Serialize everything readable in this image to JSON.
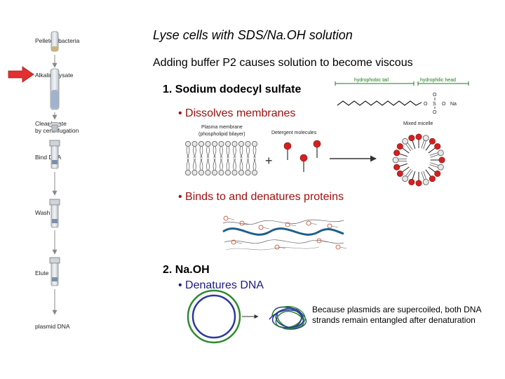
{
  "slide": {
    "title": "Lyse cells with SDS/Na.OH solution",
    "subtitle": "Adding buffer P2 causes solution to become viscous",
    "section1": {
      "heading": "1. Sodium dodecyl sulfate",
      "bullet1": "• Dissolves membranes",
      "bullet2": "• Binds to and denatures proteins"
    },
    "section2": {
      "heading": "2. Na.OH",
      "bullet1": "• Denatures DNA",
      "note": "Because plasmids are supercoiled, both DNA strands remain entangled after denaturation"
    }
  },
  "workflow": {
    "steps": [
      "Pelleted bacteria",
      "Alkaline lysate",
      "Clear lysate",
      "by centrifugation",
      "Bind DNA",
      "Wash",
      "Elute",
      "plasmid DNA"
    ]
  },
  "molecule_labels": {
    "hydrophobic_tail": "hydrophobic tail",
    "hydrophilic_head": "hydrophilic head",
    "na": "Na",
    "plasma_membrane": "Plasma membrane",
    "bilayer": "(phospholipid bilayer)",
    "detergent": "Detergent molecules",
    "micelle": "Mixed micelle",
    "plus": "+"
  },
  "colors": {
    "bullet_red": "#a01010",
    "bullet_blue": "#1a1a8a",
    "arrow_red": "#e03030",
    "head_red": "#d42020",
    "dna_blue": "#1f5f8a",
    "plasmid_green": "#2e8b2e",
    "plasmid_blue": "#2a3a9a"
  }
}
